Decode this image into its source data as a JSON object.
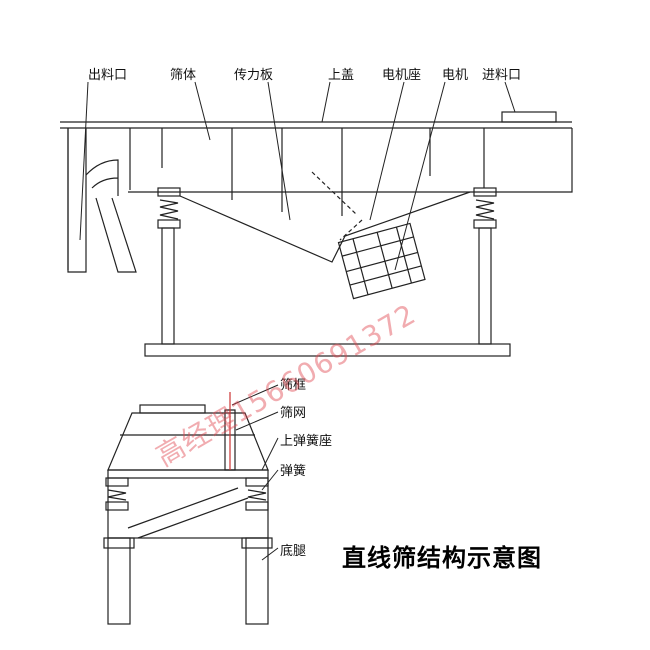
{
  "top_view": {
    "labels": {
      "outlet": "出料口",
      "screen_body": "筛体",
      "transmission_plate": "传力板",
      "top_cover": "上盖",
      "motor_base": "电机座",
      "motor": "电机",
      "inlet": "进料口"
    }
  },
  "side_view": {
    "labels": {
      "screen_frame": "筛框",
      "screen_mesh": "筛网",
      "upper_spring_seat": "上弹簧座",
      "spring": "弹簧",
      "base_leg": "底腿"
    }
  },
  "caption": "直线筛结构示意图",
  "watermark": "高经理15660691372",
  "colors": {
    "line": "#222222",
    "watermark": "#e04650"
  }
}
